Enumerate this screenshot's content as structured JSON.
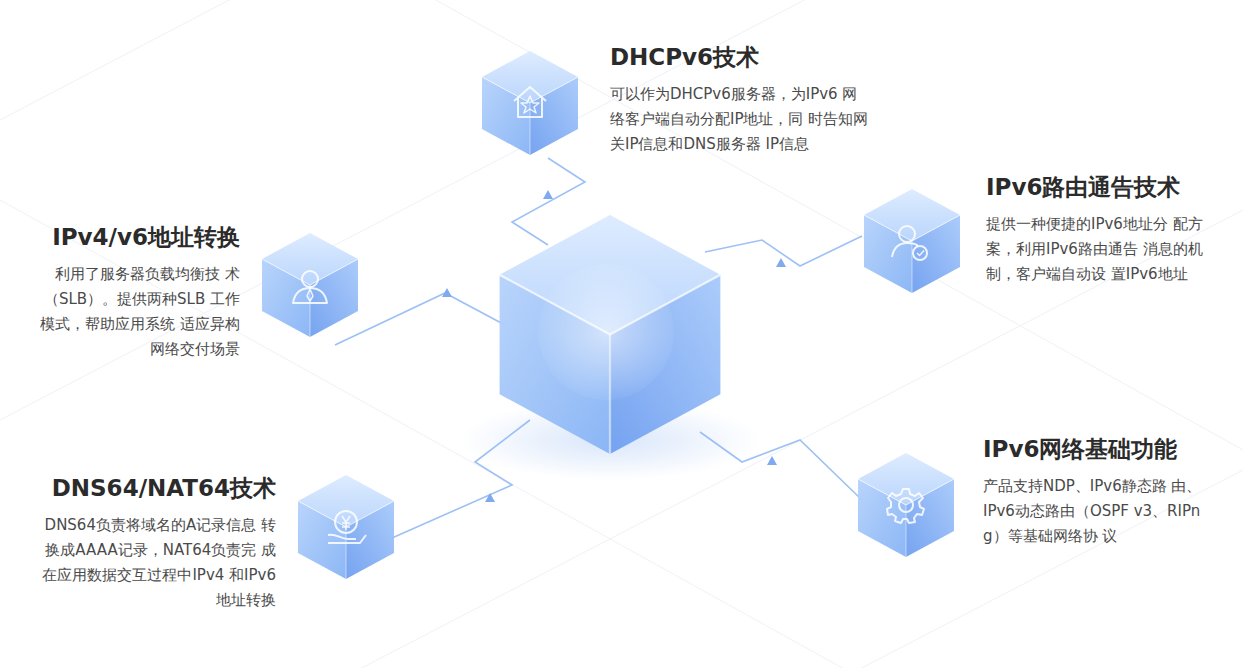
{
  "diagram": {
    "nodes": [
      {
        "text": [
          "DHCPv6技术",
          "可以作为DHCPv6服务器，为IPv6 网络客户端自动分配IP地址，同 时告知网关IP信息和DNS服务器 IP信息"
        ]
      },
      {
        "text": [
          "IPv6路由通告技术",
          "提供一种便捷的IPv6地址分 配方案，利用IPv6路由通告 消息的机制，客户端自动设 置IPv6地址"
        ]
      },
      {
        "text": [
          "IPv4/v6地址转换",
          "利用了服务器负载均衡技 术（SLB）。提供两种SLB 工作模式，帮助应用系统 适应异构网络交付场景"
        ]
      },
      {
        "text": [
          "IPv6网络基础功能",
          "产品支持NDP、IPv6静态路 由、IPv6动态路由（OSPF v3、RIPng）等基础网络协 议"
        ]
      },
      {
        "text": [
          "DNS64/NAT64技术",
          "DNS64负责将域名的A记录信息 转换成AAAA记录，NAT64负责完 成在应用数据交互过程中IPv4 和IPv6地址转换"
        ]
      }
    ]
  }
}
